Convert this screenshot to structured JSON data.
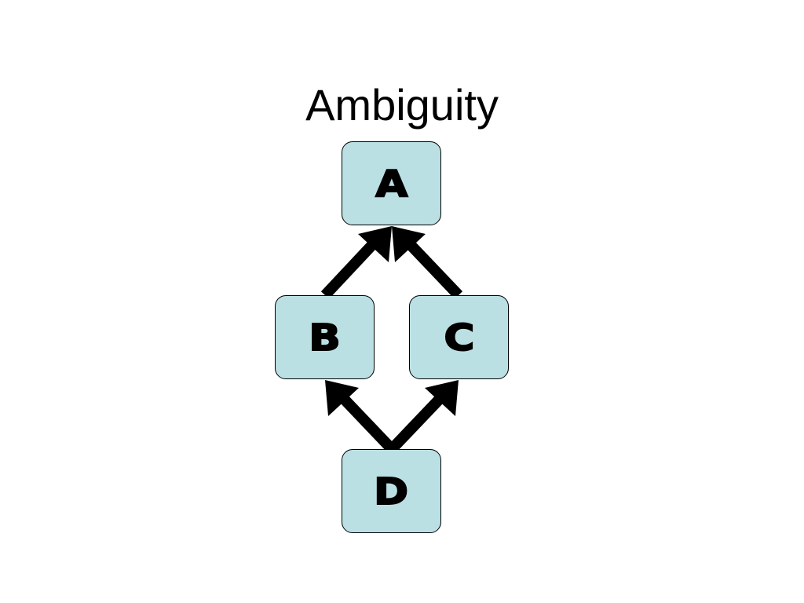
{
  "title": "Ambiguity",
  "nodes": {
    "a": {
      "label": "A"
    },
    "b": {
      "label": "B"
    },
    "c": {
      "label": "C"
    },
    "d": {
      "label": "D"
    }
  },
  "edges": [
    {
      "from": "B",
      "to": "A"
    },
    {
      "from": "C",
      "to": "A"
    },
    {
      "from": "D",
      "to": "B"
    },
    {
      "from": "D",
      "to": "C"
    }
  ],
  "colors": {
    "node_fill": "#bbe0e3",
    "node_border": "#000000",
    "arrow": "#000000",
    "text": "#000000"
  }
}
